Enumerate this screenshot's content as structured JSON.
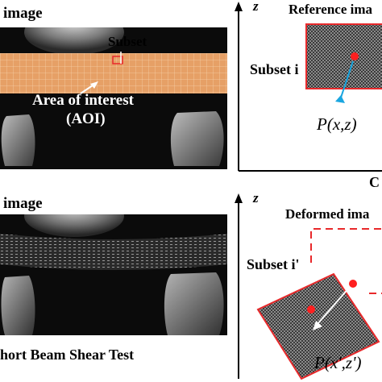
{
  "left_panel": {
    "top_image_label": "image",
    "subset_label": "Subset",
    "aoi_label_line1": "Area of interest",
    "aoi_label_line2": "(AOI)",
    "bottom_image_label": "image",
    "caption": "hort Beam Shear Test"
  },
  "right_panel": {
    "axis_label": "z",
    "reference_title": "Reference ima",
    "subset_i_label": "Subset i",
    "point_label": "P(x,z)",
    "cut_label": "C",
    "deformed_title": "Deformed ima",
    "subset_i_prime_label": "Subset i'",
    "deformed_point_label": "P(x',z')"
  },
  "colors": {
    "subset_border": "#e8292b",
    "arrow": "#1aa6e0",
    "point": "#ff1f1f",
    "aoi_strip": "#e8a36a"
  }
}
